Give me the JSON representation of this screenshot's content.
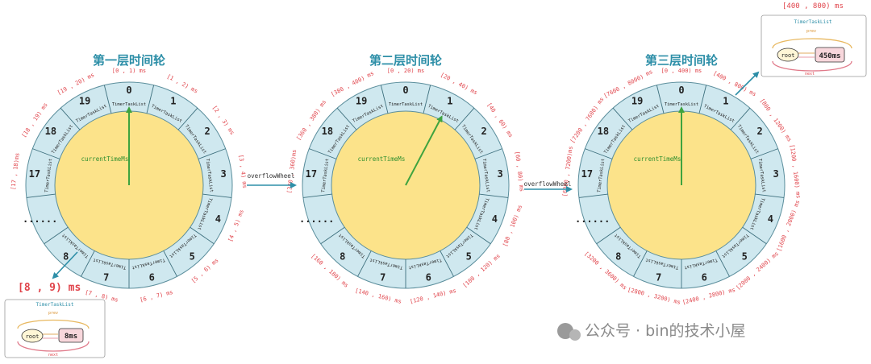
{
  "watermark": "公众号 · bin的技术小屋",
  "overflow_label": "overflowWheel",
  "current_label": "currentTimeMs",
  "slot_label": "TimerTaskList",
  "wheels": [
    {
      "title": "第一层时间轮",
      "hand_slot": 0,
      "indices": [
        "0",
        "1",
        "2",
        "3",
        "4",
        "5",
        "6",
        "7",
        "8",
        "......",
        "17",
        "18",
        "19"
      ],
      "ranges": [
        "[0 , 1) ms",
        "[1 , 2) ms",
        "[2 , 3) ms",
        "[3 , 4) ms",
        "[4 , 5) ms",
        "[5 , 6) ms",
        "[6 , 7) ms",
        "[7 , 8) ms",
        "",
        "",
        "[17 , 18)ms",
        "[18 , 19) ms",
        "[19 , 20) ms"
      ]
    },
    {
      "title": "第二层时间轮",
      "hand_slot": 1,
      "indices": [
        "0",
        "1",
        "2",
        "3",
        "4",
        "5",
        "6",
        "7",
        "8",
        "......",
        "17",
        "18",
        "19"
      ],
      "ranges": [
        "[0 , 20) ms",
        "[20 , 40) ms",
        "[40 , 60) ms",
        "[60 , 80) ms",
        "[80 , 100) ms",
        "[100 , 120) ms",
        "[120 , 140) ms",
        "[140 , 160) ms",
        "[160 , 180) ms",
        "",
        "[340 , 360)ms",
        "[360 , 380) ms",
        "[380 , 400) ms"
      ]
    },
    {
      "title": "第三层时间轮",
      "hand_slot": 0,
      "indices": [
        "0",
        "1",
        "2",
        "3",
        "4",
        "5",
        "6",
        "7",
        "8",
        "......",
        "17",
        "18",
        "19"
      ],
      "ranges": [
        "[0 , 400) ms",
        "[400 , 800) ms",
        "[800 , 1200) ms",
        "[1200 , 1600) ms",
        "[1600 , 2000) ms",
        "[2000 , 2400) ms",
        "[2400 , 2800) ms",
        "[2800 , 3200) ms",
        "[3200 , 3600) ms",
        "",
        "[6800 , 7200)ms",
        "[7200 , 7600) ms",
        "[7600 , 8000) ms"
      ]
    }
  ],
  "callouts": [
    {
      "range": "[8 , 9) ms",
      "header": "TimerTaskList",
      "prev": "prev",
      "next": "next",
      "root": "root",
      "task": "8ms"
    },
    {
      "range": "[400 , 800) ms",
      "header": "TimerTaskList",
      "prev": "prev",
      "next": "next",
      "root": "root",
      "task": "450ms"
    }
  ],
  "colors": {
    "ring": "#cfe8ef",
    "core": "#fce38a",
    "accent": "#2e8fa8",
    "hand": "#3fa33f",
    "range": "#e0434a"
  }
}
